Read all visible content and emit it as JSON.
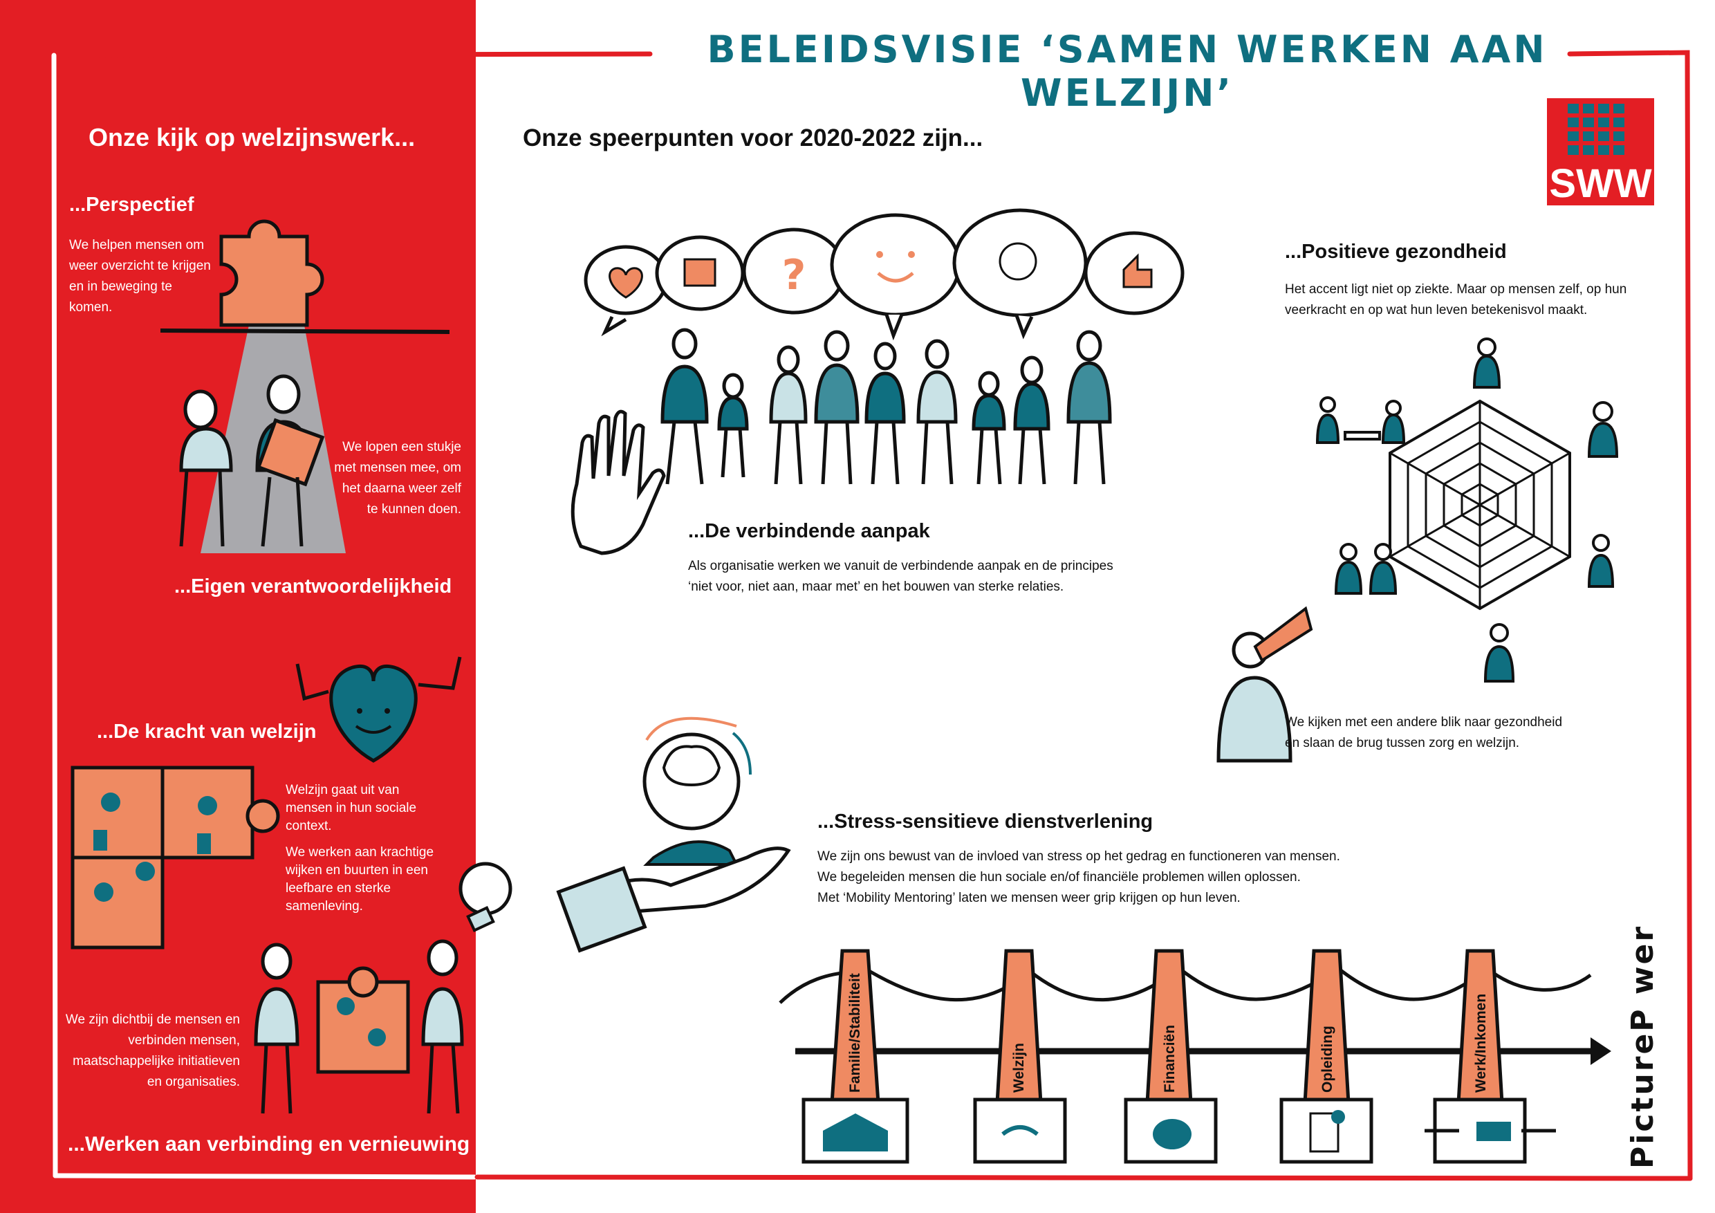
{
  "page": {
    "title": "BELEIDSVISIE ‘SAMEN WERKEN AAN WELZIJN’",
    "logo_text": "SWW",
    "brand_mark": "PictureP wer"
  },
  "colors": {
    "red": "#e31e24",
    "orange": "#ef8a62",
    "teal": "#0f6f80",
    "light_teal": "#c9e2e6",
    "ink": "#111111"
  },
  "left": {
    "heading": "Onze kijk op welzijnswerk...",
    "perspectief": {
      "label": "...Perspectief",
      "text": "We helpen mensen om weer overzicht te krijgen en in beweging te komen."
    },
    "stukje_text": "We lopen een stukje met mensen mee, om het daarna weer zelf te kunnen doen.",
    "eigen_label": "...Eigen verantwoordelijkheid",
    "kracht": {
      "label": "...De kracht van welzijn",
      "text1": "Welzijn gaat uit van mensen in hun sociale context.",
      "text2": "We werken aan krachtige wijken en buurten in een leefbare en sterke samenleving."
    },
    "dichtbij_text": "We zijn dichtbij de mensen en verbinden mensen, maatschappelijke initiatieven en organisaties.",
    "verbinding_label": "...Werken aan verbinding en vernieuwing"
  },
  "right": {
    "heading": "Onze speerpunten voor 2020-2022 zijn...",
    "verbindende": {
      "label": "...De verbindende aanpak",
      "text": "Als organisatie werken we vanuit de verbindende aanpak  en de principes\n‘niet voor, niet aan, maar met’ en het bouwen van sterke relaties."
    },
    "positieve": {
      "label": "...Positieve gezondheid",
      "text": "Het accent ligt niet op ziekte. Maar op mensen zelf, op hun\nveerkracht en op wat hun leven betekenisvol maakt.",
      "text2": "We kijken met een andere blik naar gezondheid\nen slaan de brug tussen zorg en welzijn."
    },
    "stress": {
      "label": "...Stress-sensitieve dienstverlening",
      "text": "We zijn ons bewust van de invloed van stress op het gedrag en functioneren van mensen.\nWe begeleiden mensen die hun sociale en/of financiële problemen willen oplossen.\nMet ‘Mobility Mentoring’ laten we mensen weer grip krijgen op hun leven."
    },
    "pillars": [
      "Familie/Stabiliteit",
      "Welzijn",
      "Financiën",
      "Opleiding",
      "Werk/Inkomen"
    ]
  }
}
